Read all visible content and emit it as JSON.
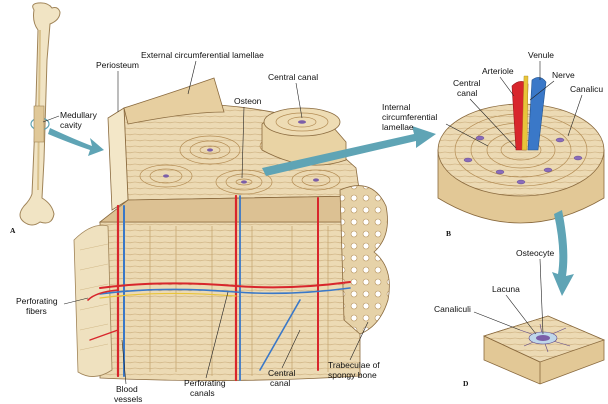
{
  "labels": {
    "medullary_cavity": [
      "Medullary",
      "cavity"
    ],
    "periosteum": "Periosteum",
    "external_lamellae": "External circumferential lamellae",
    "central_canal_top": "Central canal",
    "osteon": "Osteon",
    "internal_lamellae": [
      "Internal",
      "circumferential",
      "lamellae"
    ],
    "central_canal_b": [
      "Central",
      "canal"
    ],
    "arteriole": "Arteriole",
    "venule": "Venule",
    "nerve": "Nerve",
    "canaliculi_b": "Canalicu",
    "osteocyte": "Osteocyte",
    "lacuna": "Lacuna",
    "canaliculi_d": "Canaliculi",
    "perforating_fibers": [
      "Perforating",
      "fibers"
    ],
    "blood_vessels": [
      "Blood",
      "vessels"
    ],
    "perforating_canals": [
      "Perforating",
      "canals"
    ],
    "central_canal_bottom": [
      "Central",
      "canal"
    ],
    "trabeculae": [
      "Trabeculae of",
      "spongy bone"
    ]
  },
  "panels": {
    "a": "A",
    "b": "B",
    "d": "D"
  },
  "colors": {
    "bone": "#ead7ae",
    "bone_dark": "#c9a874",
    "line": "#8a6a3e",
    "artery": "#d8262c",
    "vein": "#3a78c8",
    "nerve": "#e8c43a",
    "arrow": "#5fa4b5"
  }
}
